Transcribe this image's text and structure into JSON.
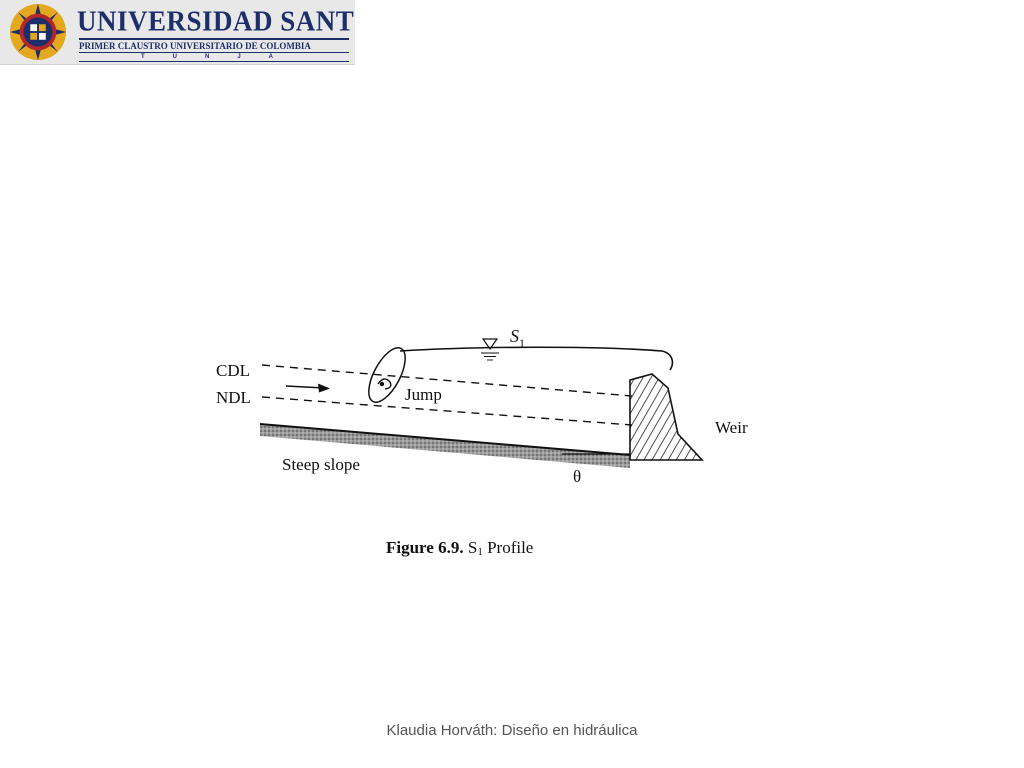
{
  "logo": {
    "name": "UNIVERSIDAD SANTO TOMAS",
    "subtitle": "PRIMER CLAUSTRO UNIVERSITARIO DE COLOMBIA",
    "city": "TUNJA",
    "colors": {
      "navy": "#1d2f6b",
      "gold": "#e3a81e",
      "red": "#b3262a"
    }
  },
  "figure": {
    "labels": {
      "surface_profile": "S",
      "surface_profile_sub": "1",
      "cdl": "CDL",
      "ndl": "NDL",
      "jump": "Jump",
      "weir": "Weir",
      "slope": "Steep slope",
      "angle": "θ"
    },
    "caption": {
      "prefix": "Figure 6.9.",
      "title_main": "S",
      "title_sub": "1",
      "title_rest": " Profile"
    }
  },
  "footer": {
    "text": "Klaudia Horváth: Diseño en hidráulica"
  }
}
